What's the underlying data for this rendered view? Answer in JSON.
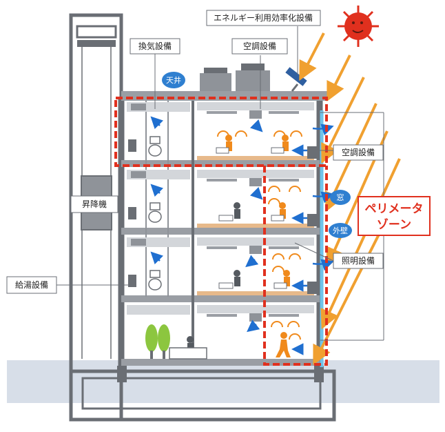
{
  "labels": {
    "energy": "エネルギー利用効率化設備",
    "ventilation": "換気設備",
    "aircon_roof": "空調設備",
    "ceiling": "天井",
    "aircon_side": "空調設備",
    "elevator": "昇降機",
    "window": "窓",
    "perimeter_line1": "ペリメータ",
    "perimeter_line2": "ゾーン",
    "outer_wall": "外壁",
    "lighting": "照明設備",
    "hot_water": "給湯設備"
  },
  "colors": {
    "structure": "#6a6e74",
    "slab": "#b9bcc1",
    "ground": "#d7dee8",
    "perimeter_red": "#e0301e",
    "badge_blue": "#2f7fd0",
    "sun_ray": "#f0a030",
    "glass": "#6fc3ea",
    "airflow": "#1f6fd0",
    "heat": "#f08a1c",
    "tree": "#8cc63f",
    "floor_wood": "#e7b98a"
  },
  "icons": [
    "sun-icon",
    "solar-panel-icon",
    "person-icon",
    "toilet-icon",
    "tree-icon",
    "arrow-icon"
  ]
}
